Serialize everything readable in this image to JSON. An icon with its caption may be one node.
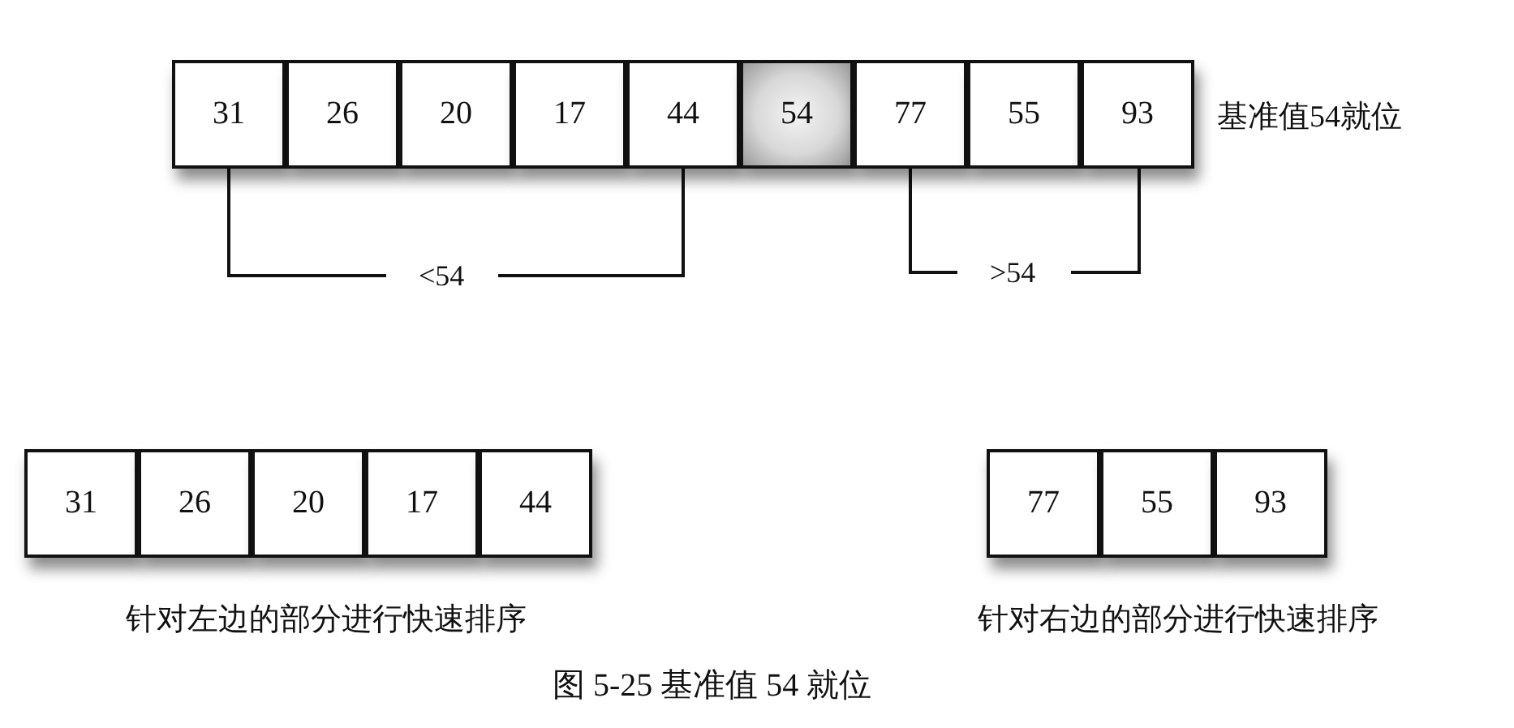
{
  "diagram": {
    "caption": "图 5-25 基准值 54 就位",
    "nodes": [
      {
        "text": [
          "31"
        ]
      },
      {
        "text": [
          "26"
        ]
      },
      {
        "text": [
          "20"
        ]
      },
      {
        "text": [
          "17"
        ]
      },
      {
        "text": [
          "44"
        ]
      },
      {
        "text": [
          "54"
        ]
      },
      {
        "text": [
          "77"
        ]
      },
      {
        "text": [
          "55"
        ]
      },
      {
        "text": [
          "93"
        ]
      },
      {
        "text": [
          "31"
        ]
      },
      {
        "text": [
          "26"
        ]
      },
      {
        "text": [
          "20"
        ]
      },
      {
        "text": [
          "17"
        ]
      },
      {
        "text": [
          "44"
        ]
      },
      {
        "text": [
          "77"
        ]
      },
      {
        "text": [
          "55"
        ]
      },
      {
        "text": [
          "93"
        ]
      }
    ],
    "labels": [
      "基准值54就位",
      "<54",
      ">54",
      "针对左边的部分进行快速排序",
      "针对右边的部分进行快速排序"
    ]
  }
}
